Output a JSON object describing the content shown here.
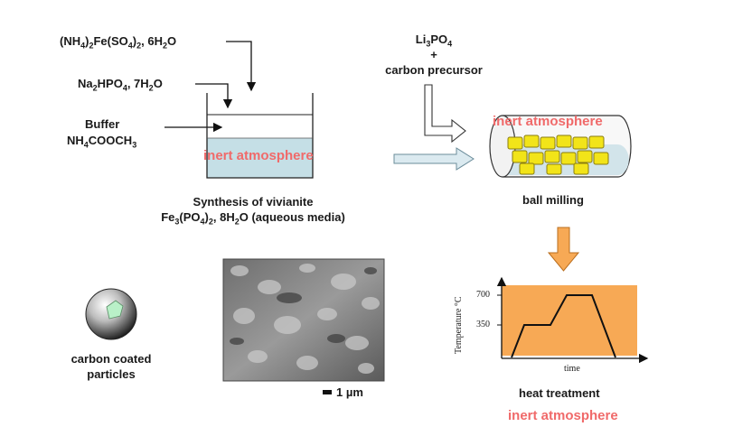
{
  "reagents": {
    "ammonium_iron_sulfate": "(NH4)2Fe(SO4)2, 6H2O",
    "sodium_phosphate": "Na2HPO4, 7H2O",
    "buffer_line1": "Buffer",
    "buffer_line2": "NH4COOCH3"
  },
  "synthesis": {
    "atmosphere": "inert atmosphere",
    "caption_line1": "Synthesis of vivianite",
    "caption_line2": "Fe3(PO4)2, 8H2O (aqueous media)"
  },
  "milling": {
    "reagent_line1": "Li3PO4",
    "reagent_plus": "+",
    "reagent_line2": "carbon precursor",
    "atmosphere": "inert atmosphere",
    "caption": "ball milling"
  },
  "heat": {
    "y_axis_label": "Temperature °C",
    "tick_700": "700",
    "tick_350": "350",
    "x_axis_label": "time",
    "caption": "heat treatment",
    "atmosphere": "inert atmosphere"
  },
  "particles": {
    "caption_line1": "carbon coated",
    "caption_line2": "particles"
  },
  "sem": {
    "scale_label": "1 µm"
  },
  "colors": {
    "inert_text": "#f06a6a",
    "solution": "#c5dfe6",
    "ball": "#f2e419",
    "heat_bg": "#f7a955"
  }
}
